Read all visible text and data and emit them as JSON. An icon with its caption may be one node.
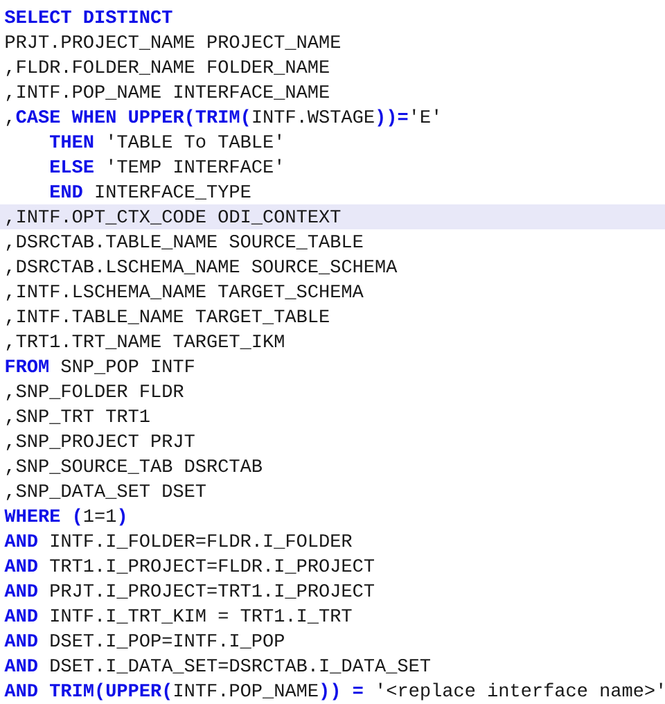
{
  "diagram": {
    "labels": [
      "**SELECT DISTINCT**",
      "PRJT.PROJECT_NAME PROJECT_NAME",
      ",FLDR.FOLDER_NAME FOLDER_NAME",
      ",INTF.POP_NAME INTERFACE_NAME",
      ",**CASE WHEN UPPER(TRIM(**INTF.WSTAGE**))=**'E'",
      "**THEN** 'TABLE To TABLE'",
      "**ELSE** 'TEMP INTERFACE'",
      "**END** INTERFACE_TYPE",
      ",INTF.OPT_CTX_CODE ODI_CONTEXT",
      ",DSRCTAB.TABLE_NAME SOURCE_TABLE",
      ",DSRCTAB.LSCHEMA_NAME SOURCE_SCHEMA",
      ",INTF.LSCHEMA_NAME TARGET_SCHEMA",
      ",INTF.TABLE_NAME TARGET_TABLE",
      ",TRT1.TRT_NAME TARGET_IKM",
      "**FROM** SNP_POP INTF",
      ",SNP_FOLDER FLDR",
      ",SNP_TRT TRT1",
      ",SNP_PROJECT PRJT",
      ",SNP_SOURCE_TAB DSRCTAB",
      ",SNP_DATA_SET DSET",
      "**WHERE (**1=1**)**",
      "**AND** INTF.I_FOLDER=FLDR.I_FOLDER",
      "**AND** TRT1.I_PROJECT=FLDR.I_PROJECT",
      "**AND** PRJT.I_PROJECT=TRT1.I_PROJECT",
      "**AND** INTF.I_TRT_KIM = TRT1.I_TRT",
      "**AND** DSET.I_POP=INTF.I_POP",
      "**AND** DSET.I_DATA_SET=DSRCTAB.I_DATA_SET",
      "**AND TRIM(UPPER(**INTF.POP_NAME**)) =** '<replace interface name>'"
    ]
  }
}
